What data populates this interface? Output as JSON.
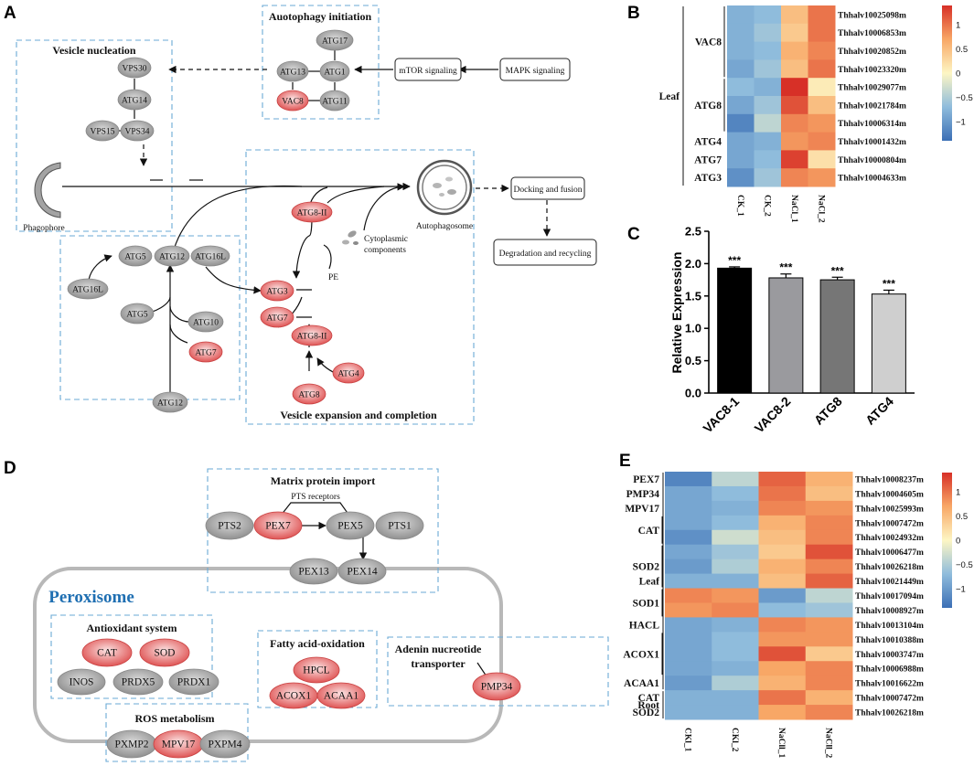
{
  "panel_labels": {
    "a": "A",
    "b": "B",
    "c": "C",
    "d": "D",
    "e": "E"
  },
  "colors": {
    "grey_node": "#a3a3a3",
    "red_node": "#e15a5a",
    "box_border": "#6aaad6",
    "bar_colors": [
      "#000000",
      "#9a9a9e",
      "#767676",
      "#cfcfcf"
    ]
  },
  "panel_a": {
    "boxes": {
      "initiation": "Auotophagy initiation",
      "nucleation": "Vesicle nucleation",
      "expansion": "Vesicle expansion and completion"
    },
    "nodes": {
      "atg17": "ATG17",
      "atg13": "ATG13",
      "atg1": "ATG1",
      "vac8": "VAC8",
      "atg11": "ATG11",
      "vps30": "VPS30",
      "atg14": "ATG14",
      "vps15": "VPS15",
      "vps34": "VPS34",
      "atg5_top": "ATG5",
      "atg12_top": "ATG12",
      "atg16l_top": "ATG16L",
      "atg16l_left": "ATG16L",
      "atg5_mid": "ATG5",
      "atg10": "ATG10",
      "atg7_left": "ATG7",
      "atg12_bottom": "ATG12",
      "atg8_ii_top": "ATG8-II",
      "atg3": "ATG3",
      "atg7_right": "ATG7",
      "atg8_ii_mid": "ATG8-II",
      "atg4": "ATG4",
      "atg8": "ATG8"
    },
    "rect_nodes": {
      "mtor": "mTOR signaling",
      "mapk": "MAPK signaling",
      "docking": "Docking and fusion",
      "degradation": "Degradation and recycling"
    },
    "labels": {
      "phagophore": "Phagophore",
      "autophagosome": "Autophagosome",
      "cytoplasmic_1": "Cytoplasmic",
      "cytoplasmic_2": "components",
      "pe": "PE"
    }
  },
  "panel_b": {
    "chart_data": {
      "type": "heatmap",
      "columns": [
        "CK_1",
        "CK_2",
        "NaCl_1",
        "NaCl_2"
      ],
      "tissue": "Leaf",
      "groups": [
        {
          "name": "VAC8",
          "rows": 4
        },
        {
          "name": "ATG8",
          "rows": 3
        },
        {
          "name": "ATG4",
          "rows": 1
        },
        {
          "name": "ATG7",
          "rows": 1
        },
        {
          "name": "ATG3",
          "rows": 1
        }
      ],
      "rows": [
        "Thhalv10025098m",
        "Thhalv10006853m",
        "Thhalv10020852m",
        "Thhalv10023320m",
        "Thhalv10029077m",
        "Thhalv10021784m",
        "Thhalv10006314m",
        "Thhalv10001432m",
        "Thhalv10000804m",
        "Thhalv10004633m"
      ],
      "values": [
        [
          -0.8,
          -0.7,
          0.5,
          1.0
        ],
        [
          -0.8,
          -0.6,
          0.4,
          1.0
        ],
        [
          -0.8,
          -0.7,
          0.6,
          0.9
        ],
        [
          -0.9,
          -0.6,
          0.5,
          1.0
        ],
        [
          -0.7,
          -0.8,
          1.4,
          0.1
        ],
        [
          -0.9,
          -0.6,
          1.2,
          0.5
        ],
        [
          -1.2,
          -0.4,
          0.9,
          0.8
        ],
        [
          -0.9,
          -0.8,
          0.8,
          0.9
        ],
        [
          -0.9,
          -0.7,
          1.3,
          0.2
        ],
        [
          -1.1,
          -0.6,
          0.9,
          0.8
        ]
      ],
      "scale_ticks": [
        "1",
        "0.5",
        "0",
        "−0.5",
        "−1"
      ],
      "range": [
        -1.4,
        1.4
      ]
    }
  },
  "panel_c": {
    "chart_data": {
      "type": "bar",
      "categories": [
        "VAC8-1",
        "VAC8-2",
        "ATG8",
        "ATG4"
      ],
      "values": [
        1.93,
        1.78,
        1.75,
        1.53
      ],
      "errors": [
        0.02,
        0.06,
        0.04,
        0.06
      ],
      "significance": [
        "***",
        "***",
        "***",
        "***"
      ],
      "ylabel": "Relative Expression",
      "ylim": [
        0,
        2.5
      ],
      "yticks": [
        "0.0",
        "0.5",
        "1.0",
        "1.5",
        "2.0",
        "2.5"
      ]
    }
  },
  "panel_d": {
    "titles": {
      "matrix": "Matrix protein import",
      "pts": "PTS receptors",
      "peroxisome": "Peroxisome",
      "antioxidant": "Antioxidant system",
      "fatty": "Fatty acid-oxidation",
      "adenin_1": "Adenin nucreotide",
      "adenin_2": "transporter",
      "ros": "ROS metabolism"
    },
    "nodes": {
      "pts2": "PTS2",
      "pex7": "PEX7",
      "pex5": "PEX5",
      "pts1": "PTS1",
      "pex13": "PEX13",
      "pex14": "PEX14",
      "cat": "CAT",
      "sod": "SOD",
      "inos": "INOS",
      "prdx5": "PRDX5",
      "prdx1": "PRDX1",
      "hpcl": "HPCL",
      "acox1": "ACOX1",
      "acaa1": "ACAA1",
      "pmp34": "PMP34",
      "pxmp2": "PXMP2",
      "mpv17": "MPV17",
      "pxpm4": "PXPM4"
    }
  },
  "panel_e": {
    "chart_data": {
      "type": "heatmap",
      "columns": [
        "CKl_1",
        "CKl_2",
        "NaCll_1",
        "NaCll_2"
      ],
      "tissues": [
        {
          "name": "Leaf",
          "rows": 15
        },
        {
          "name": "Root",
          "rows": 2
        }
      ],
      "groups": [
        {
          "name": "PEX7",
          "rows": 1
        },
        {
          "name": "PMP34",
          "rows": 1
        },
        {
          "name": "MPV17",
          "rows": 1
        },
        {
          "name": "CAT",
          "rows": 2
        },
        {
          "name": "SOD2",
          "rows": 3
        },
        {
          "name": "SOD1",
          "rows": 2
        },
        {
          "name": "HACL",
          "rows": 1
        },
        {
          "name": "ACOX1",
          "rows": 3
        },
        {
          "name": "ACAA1",
          "rows": 1
        },
        {
          "name": "CAT",
          "rows": 1
        },
        {
          "name": "SOD2",
          "rows": 1
        }
      ],
      "rows": [
        "Thhalv10008237m",
        "Thhalv10004605m",
        "Thhalv10025993m",
        "Thhalv10007472m",
        "Thhalv10024932m",
        "Thhalv10006477m",
        "Thhalv10026218m",
        "Thhalv10021449m",
        "Thhalv10017094m",
        "Thhalv10008927m",
        "Thhalv10013104m",
        "Thhalv10010388m",
        "Thhalv10003747m",
        "Thhalv10006988m",
        "Thhalv10016622m",
        "Thhalv10007472m",
        "Thhalv10026218m"
      ],
      "values": [
        [
          -1.2,
          -0.4,
          1.1,
          0.6
        ],
        [
          -0.9,
          -0.7,
          1.0,
          0.5
        ],
        [
          -0.9,
          -0.8,
          0.9,
          0.8
        ],
        [
          -0.9,
          -0.7,
          0.6,
          0.9
        ],
        [
          -1.1,
          -0.3,
          0.5,
          0.9
        ],
        [
          -0.9,
          -0.6,
          0.4,
          1.2
        ],
        [
          -1.0,
          -0.5,
          0.6,
          0.9
        ],
        [
          -0.8,
          -0.8,
          0.5,
          1.1
        ],
        [
          0.9,
          0.8,
          -1.0,
          -0.4
        ],
        [
          0.8,
          0.9,
          -0.7,
          -0.6
        ],
        [
          -0.9,
          -0.8,
          0.9,
          0.8
        ],
        [
          -0.9,
          -0.7,
          0.8,
          0.8
        ],
        [
          -0.9,
          -0.7,
          1.2,
          0.4
        ],
        [
          -0.9,
          -0.8,
          0.7,
          0.9
        ],
        [
          -1.0,
          -0.5,
          0.6,
          0.9
        ],
        [
          -0.8,
          -0.8,
          1.0,
          0.6
        ],
        [
          -0.8,
          -0.8,
          0.7,
          0.9
        ]
      ],
      "scale_ticks": [
        "1",
        "0.5",
        "0",
        "−0.5",
        "−1"
      ],
      "range": [
        -1.4,
        1.4
      ]
    }
  }
}
